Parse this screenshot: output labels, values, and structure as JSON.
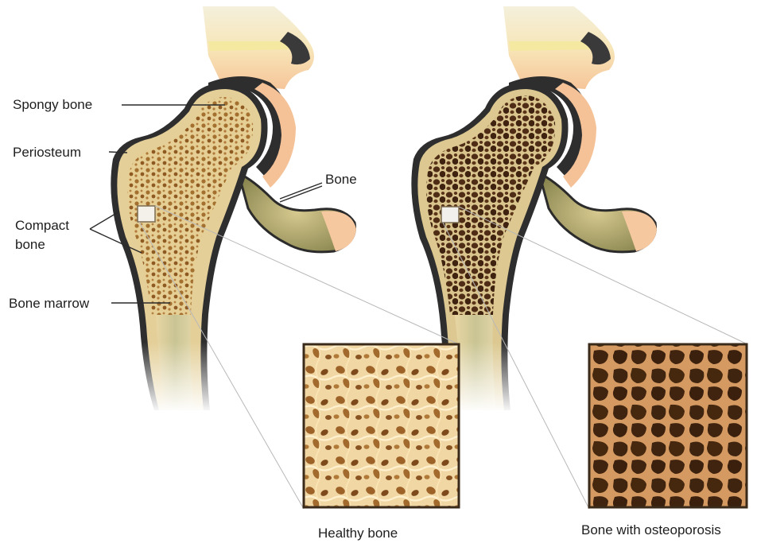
{
  "labels": {
    "spongy_bone": "Spongy bone",
    "periosteum": "Periosteum",
    "compact_bone_line1": "Compact",
    "compact_bone_line2": "bone",
    "bone_marrow": "Bone marrow",
    "bone": "Bone"
  },
  "captions": {
    "healthy": "Healthy bone",
    "osteoporosis": "Bone with osteoporosis"
  },
  "colors": {
    "bone_surface": "#e2cf9a",
    "bone_shade": "#8f8a55",
    "periosteum": "#2b2b2b",
    "pelvis_pink": "#f5c298",
    "marrow_light": "#c79a52",
    "marrow_dark": "#5a3418",
    "osteo_bg": "#3a2312"
  }
}
